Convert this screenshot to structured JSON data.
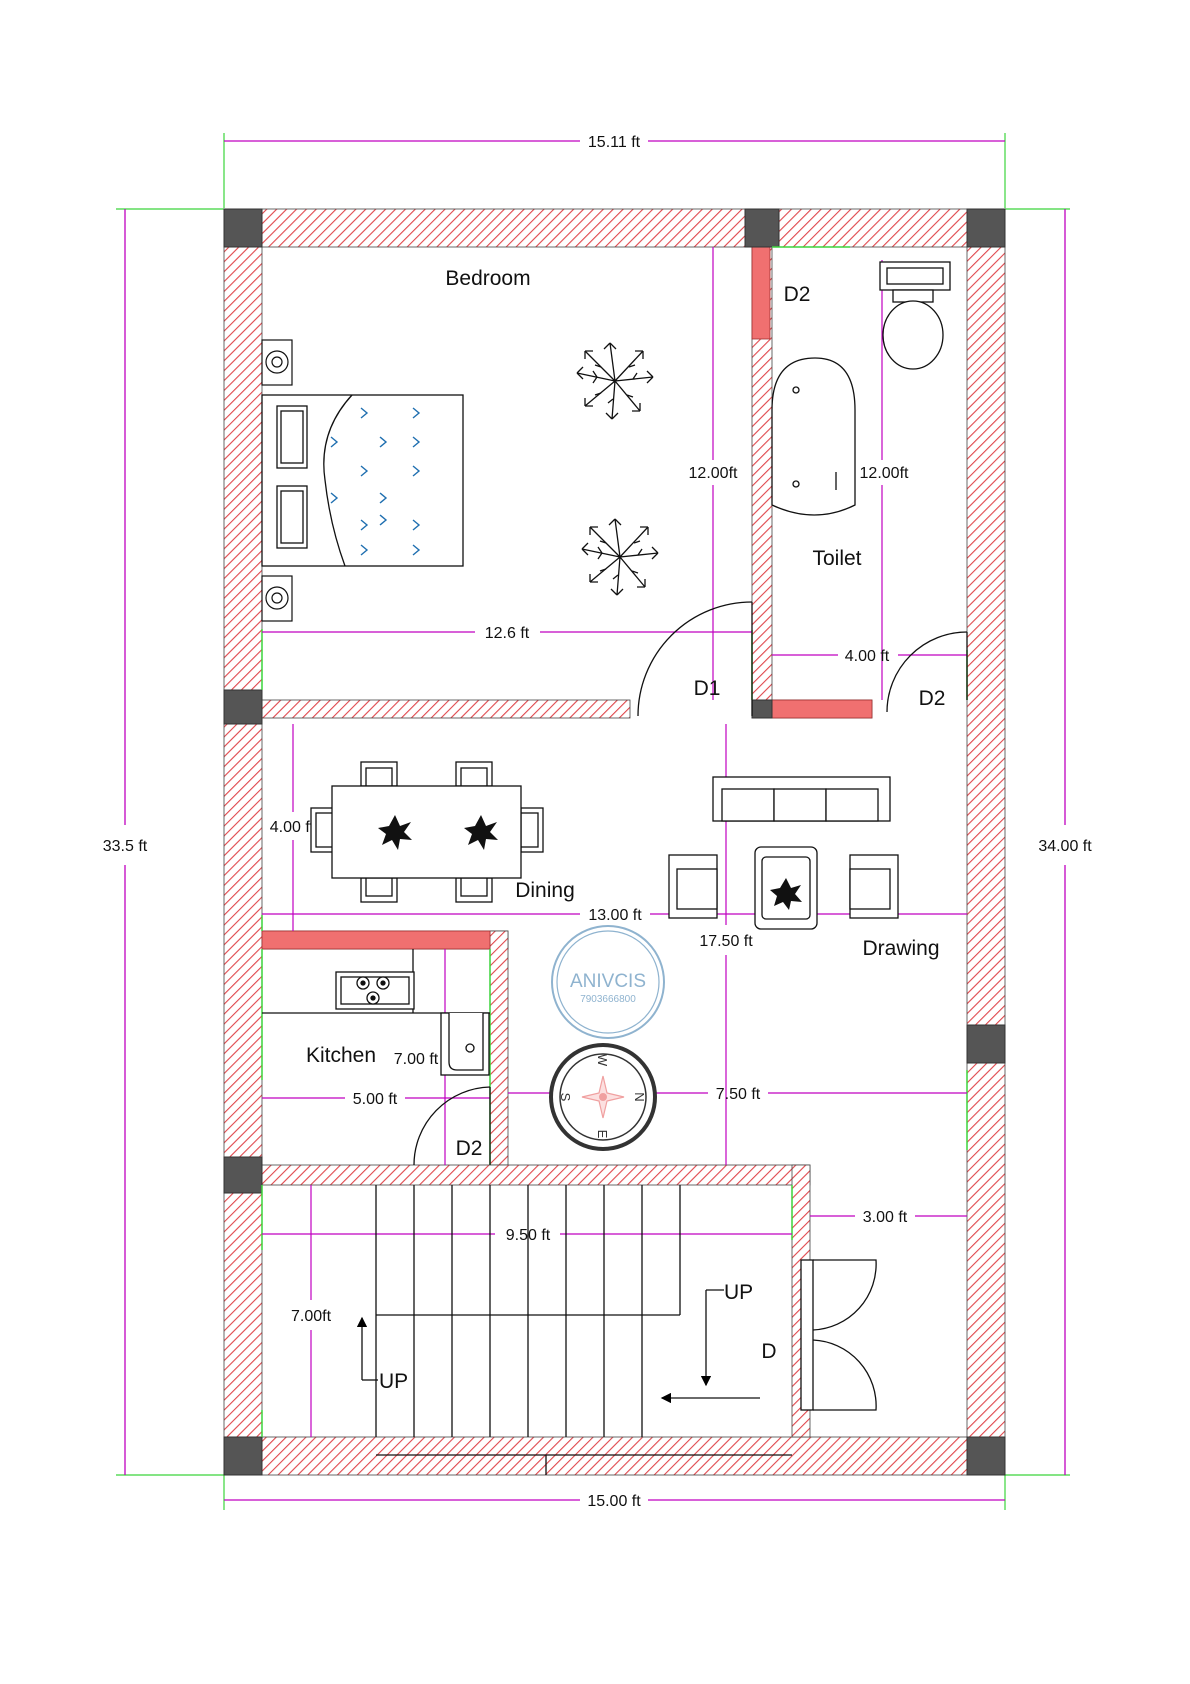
{
  "rooms": {
    "bedroom": "Bedroom",
    "toilet": "Toilet",
    "dining": "Dining",
    "drawing": "Drawing",
    "kitchen": "Kitchen"
  },
  "doors": {
    "d2_toilet_top": "D2",
    "d1": "D1",
    "d2_toilet": "D2",
    "d2_kitchen": "D2",
    "main": "D"
  },
  "stairs": {
    "up_left": "UP",
    "up_right": "UP"
  },
  "dimensions": {
    "overall_top": "15.11 ft",
    "overall_bottom": "15.00 ft",
    "overall_left": "33.5 ft",
    "overall_right": "34.00 ft",
    "bedroom_height": "12.00ft",
    "toilet_height": "12.00ft",
    "bedroom_width": "12.6 ft",
    "toilet_width": "4.00 ft",
    "dining_depth": "4.00 ft",
    "living_width": "13.00 ft",
    "drawing_depth": "17.50 ft",
    "kitchen_depth": "7.00 ft",
    "kitchen_width": "5.00 ft",
    "drawing_width": "7.50 ft",
    "stair_width": "9.50 ft",
    "passage_width": "3.00 ft",
    "stair_depth": "7.00ft"
  },
  "watermark": {
    "brand": "ANIVCIS",
    "phone": "7903666800"
  },
  "compass": {
    "n": "N",
    "s": "S",
    "e": "E",
    "w": "W"
  },
  "colors": {
    "wall_hatch": "#e0474c",
    "wall_fill": "#ffffff",
    "column": "#555555",
    "dimension": "#c000c0",
    "extension": "#3bd43b",
    "door_panel": "#f07070",
    "watermark": "#8fb3cf",
    "compass_mark": "#f0a0a0",
    "bed_arrow": "#1f6fb0"
  }
}
